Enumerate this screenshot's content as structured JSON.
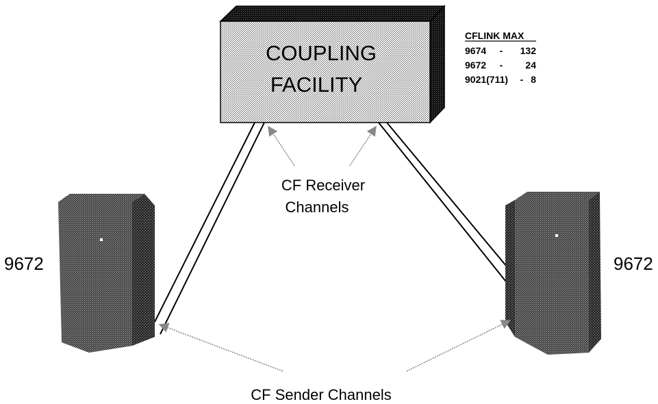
{
  "coupling_facility": {
    "line1": "COUPLING",
    "line2": "FACILITY"
  },
  "cflink_table": {
    "header": "CFLINK MAX",
    "rows": [
      {
        "model": "9674",
        "sep": "-",
        "value": "132"
      },
      {
        "model": "9672",
        "sep": "-",
        "value": "24"
      },
      {
        "model": "9021(711)",
        "sep": "-",
        "value": "8"
      }
    ]
  },
  "receiver_label": {
    "line1": "CF Receiver",
    "line2": "Channels"
  },
  "sender_label": "CF Sender Channels",
  "left_server": {
    "label": "9672"
  },
  "right_server": {
    "label": "9672"
  },
  "colors": {
    "ink": "#000000",
    "box_face": "#d8d8d8",
    "box_dark": "#1a1a1a"
  }
}
